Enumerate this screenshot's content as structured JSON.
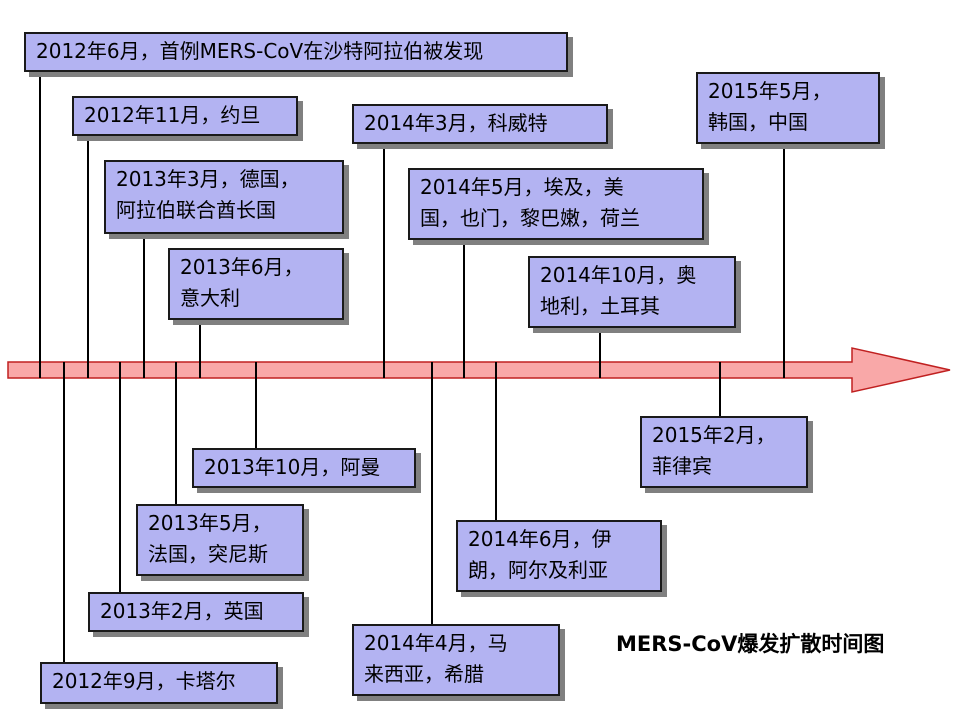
{
  "title": "MERS-CoV爆发扩散时间图",
  "colors": {
    "box_fill": "#b3b3f2",
    "box_border": "#1a1a1a",
    "box_shadow": "#808080",
    "arrow_fill": "#f9a8a8",
    "arrow_stroke": "#c02020",
    "connector": "#000000"
  },
  "events": [
    {
      "id": "2012-06",
      "text": "2012年6月，首例MERS-CoV在沙特阿拉伯被发现",
      "side": "above"
    },
    {
      "id": "2012-09",
      "text": "2012年9月，卡塔尔",
      "side": "below"
    },
    {
      "id": "2012-11",
      "text": "2012年11月，约旦",
      "side": "above"
    },
    {
      "id": "2013-02",
      "text": "2013年2月，英国",
      "side": "below"
    },
    {
      "id": "2013-03",
      "text": "2013年3月，德国，\n阿拉伯联合酋长国",
      "side": "above"
    },
    {
      "id": "2013-05",
      "text": "2013年5月，\n法国，突尼斯",
      "side": "below"
    },
    {
      "id": "2013-06",
      "text": "2013年6月，\n意大利",
      "side": "above"
    },
    {
      "id": "2013-10",
      "text": "2013年10月，阿曼",
      "side": "below"
    },
    {
      "id": "2014-03",
      "text": "2014年3月，科威特",
      "side": "above"
    },
    {
      "id": "2014-04",
      "text": "2014年4月，马\n来西亚，希腊",
      "side": "below"
    },
    {
      "id": "2014-05",
      "text": "2014年5月，埃及，美\n国，也门，黎巴嫩，荷兰",
      "side": "above"
    },
    {
      "id": "2014-06",
      "text": "2014年6月，伊\n朗，阿尔及利亚",
      "side": "below"
    },
    {
      "id": "2014-10",
      "text": "2014年10月，奥\n地利，土耳其",
      "side": "above"
    },
    {
      "id": "2015-02",
      "text": "2015年2月，\n菲律宾",
      "side": "below"
    },
    {
      "id": "2015-05",
      "text": "2015年5月，\n韩国，中国",
      "side": "above"
    }
  ]
}
